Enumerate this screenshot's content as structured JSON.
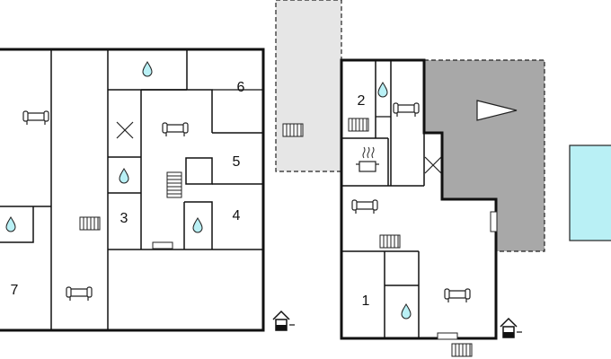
{
  "room_labels": [
    "2",
    "6",
    "5",
    "3",
    "4",
    "7",
    "1"
  ],
  "colors": {
    "wall": "#111111",
    "outline": "#222222",
    "water": "#b9f0f5",
    "terrace_dark": "#a8a8a8",
    "terrace_light": "#e6e6e6",
    "pool": "#b9f0f5"
  },
  "icons": {
    "sofa": "sofa-icon",
    "water_drop": "water-drop-icon",
    "stairs": "stairs-icon",
    "radiator": "radiator-icon",
    "cooktop": "cooktop-icon",
    "closet": "closet-x-icon",
    "entrance": "entrance-house-icon",
    "door": "door-icon",
    "direction": "direction-triangle-icon"
  }
}
